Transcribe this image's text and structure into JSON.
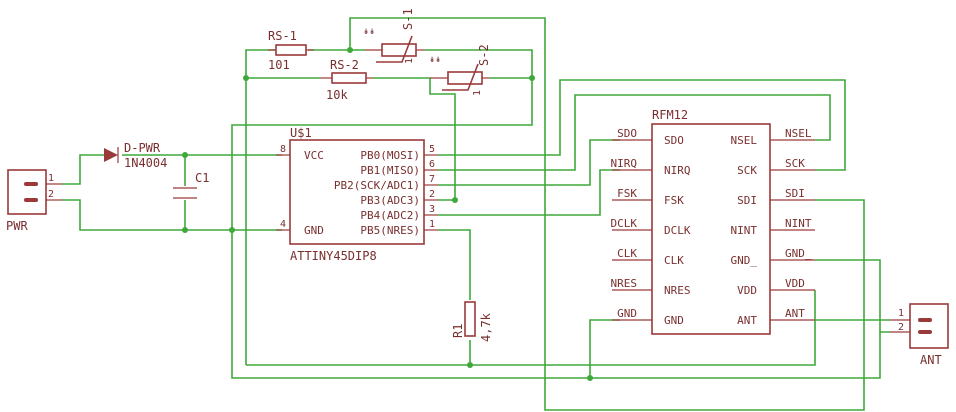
{
  "pwr": {
    "name": "PWR",
    "pin1": "1",
    "pin2": "2"
  },
  "diode": {
    "name": "D-PWR",
    "value": "1N4004"
  },
  "cap": {
    "name": "C1"
  },
  "mcu": {
    "name": "U$1",
    "value": "ATTINY45DIP8",
    "left_pins": [
      {
        "num": "8",
        "label": "VCC"
      },
      {
        "num": "4",
        "label": "GND"
      }
    ],
    "right_pins": [
      {
        "num": "5",
        "label": "PB0(MOSI)"
      },
      {
        "num": "6",
        "label": "PB1(MISO)"
      },
      {
        "num": "7",
        "label": "PB2(SCK/ADC1)"
      },
      {
        "num": "2",
        "label": "PB3(ADC3)"
      },
      {
        "num": "3",
        "label": "PB4(ADC2)"
      },
      {
        "num": "1",
        "label": "PB5(NRES)"
      }
    ]
  },
  "rs1": {
    "name": "RS-1",
    "value": "101"
  },
  "rs2": {
    "name": "RS-2",
    "value": "10k"
  },
  "s1": {
    "name": "S-1",
    "pin1": "1"
  },
  "s2": {
    "name": "S-2",
    "pin1": "1"
  },
  "r1": {
    "name": "R1",
    "value": "4,7k"
  },
  "rfm": {
    "name": "RFM12",
    "left_pins": [
      "SDO",
      "NIRQ",
      "FSK",
      "DCLK",
      "CLK",
      "NRES",
      "GND"
    ],
    "right_pins": [
      "NSEL",
      "SCK",
      "SDI",
      "NINT",
      "GND_",
      "VDD",
      "ANT"
    ]
  },
  "net_labels": {
    "left": [
      "SDO",
      "NIRQ",
      "FSK",
      "DCLK",
      "CLK",
      "NRES",
      "GND"
    ],
    "right": [
      "NSEL",
      "SCK",
      "SDI",
      "NINT",
      "GND_",
      "VDD",
      "ANT"
    ]
  },
  "ant": {
    "name": "ANT",
    "pin1": "1",
    "pin2": "2"
  }
}
